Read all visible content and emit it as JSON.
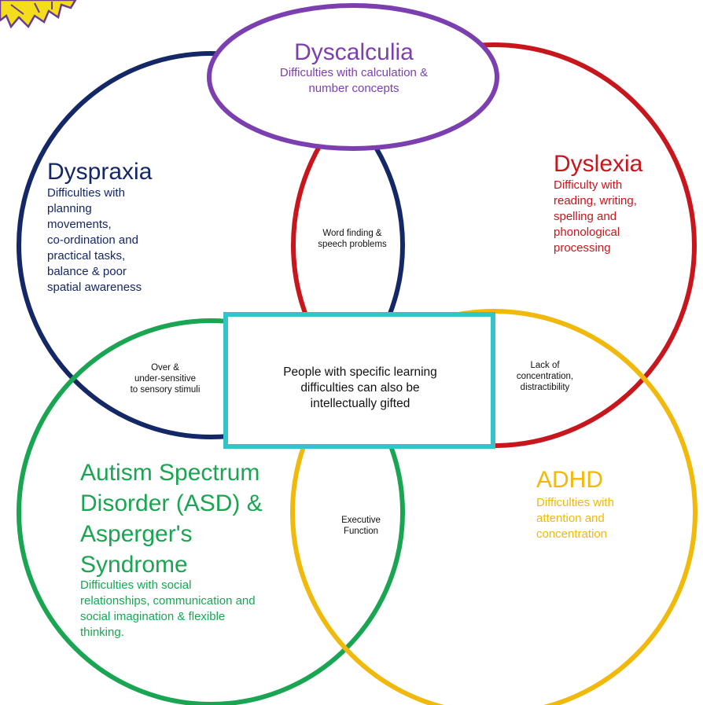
{
  "colors": {
    "dyscalculia": "#7b3fb0",
    "dyspraxia": "#142766",
    "dyslexia": "#c8161d",
    "asd": "#1aa552",
    "adhd": "#f0b90b",
    "center_box": "#33c4c9",
    "sun": "#f4de1c"
  },
  "sets": {
    "dyscalculia": {
      "title": "Dyscalculia",
      "desc_lines": [
        "Difficulties with calculation &",
        "number concepts"
      ]
    },
    "dyspraxia": {
      "title": "Dyspraxia",
      "desc_lines": [
        "Difficulties with",
        "planning",
        "movements,",
        "co-ordination and",
        "practical tasks,",
        "balance & poor",
        "spatial awareness"
      ]
    },
    "dyslexia": {
      "title": "Dyslexia",
      "desc_lines": [
        "Difficulty with",
        "reading, writing,",
        "spelling and",
        "phonological",
        "processing"
      ]
    },
    "asd": {
      "title_lines": [
        "Autism Spectrum",
        "Disorder (ASD) &",
        "Asperger's",
        "Syndrome"
      ],
      "desc_lines": [
        "Difficulties with social",
        "relationships, communication and",
        "social imagination & flexible",
        "thinking."
      ]
    },
    "adhd": {
      "title": "ADHD",
      "desc_lines": [
        "Difficulties with",
        "attention and",
        "concentration"
      ]
    }
  },
  "overlaps": {
    "word_finding": [
      "Word finding &",
      "speech problems"
    ],
    "sensory": [
      "Over &",
      "under-sensitive",
      "to sensory stimuli"
    ],
    "concentration": [
      "Lack of",
      "concentration,",
      "distractibility"
    ],
    "executive": [
      "Executive",
      "Function"
    ]
  },
  "center": {
    "lines": [
      "People with specific learning",
      "difficulties can also be",
      "intellectually gifted"
    ]
  }
}
